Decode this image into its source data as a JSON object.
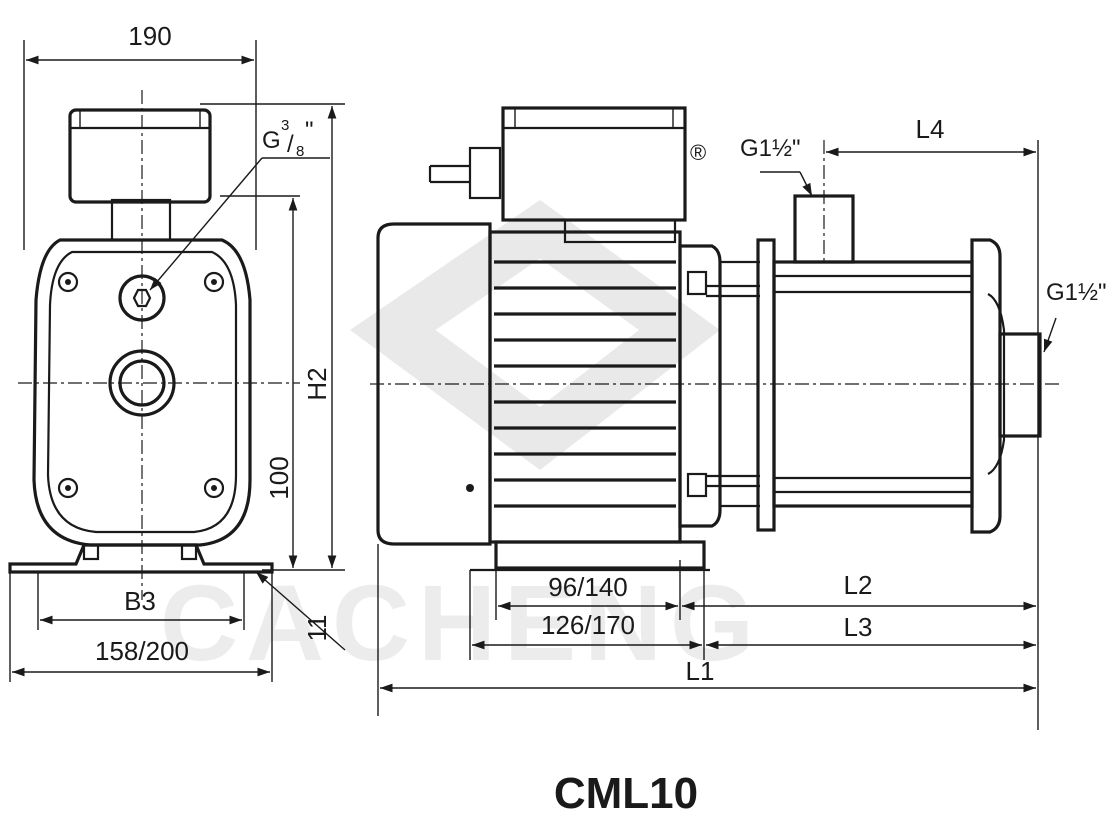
{
  "drawing": {
    "model": "CML10",
    "watermark": "CACHENG",
    "front_view": {
      "width_dim": "190",
      "inlet_thread_base": "G",
      "inlet_thread_sup": "3",
      "inlet_thread_sub": "8",
      "inlet_thread_quote": "\"",
      "height_dim": "H2",
      "axis_height_dim": "100",
      "foot_spacing_dim": "B3",
      "base_width_dim": "158/200",
      "foot_thickness_dim": "11"
    },
    "side_view": {
      "top_port": "G1½\"",
      "end_port": "G1½\"",
      "port_offset_dim": "L4",
      "foot_length_dim": "96/140",
      "base_length_dim": "126/170",
      "dim_l2": "L2",
      "dim_l3": "L3",
      "dim_l1": "L1",
      "registered_mark": "®"
    }
  }
}
